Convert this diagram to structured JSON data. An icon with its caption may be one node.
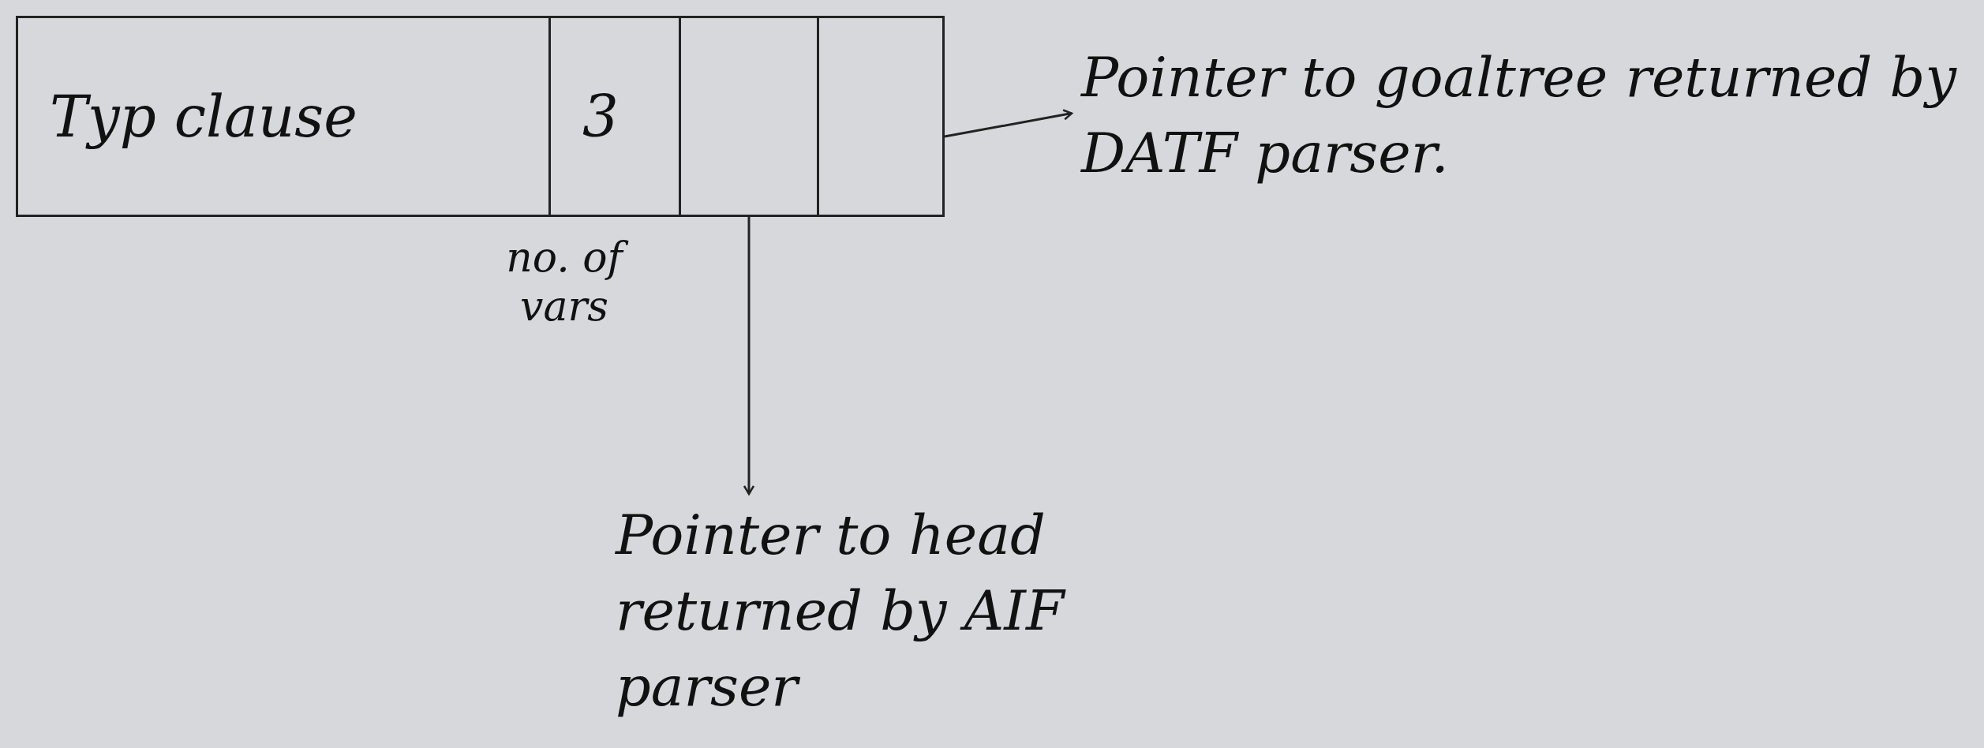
{
  "diagram": {
    "nodes": [
      {
        "text": [
          "Typ clause"
        ]
      },
      {
        "text": [
          "3"
        ],
        "beside": [
          "no. of vars"
        ]
      },
      {
        "text": [],
        "shape": "box"
      },
      {
        "text": [],
        "shape": "box"
      },
      {
        "text": [
          "Pointer to goaltree returned by DATF parser."
        ]
      },
      {
        "text": [
          "Pointer to head returned by AIF parser"
        ]
      }
    ],
    "edges": [
      {
        "from": 3,
        "to": 4,
        "arrow": "to"
      },
      {
        "from": 2,
        "to": 5,
        "arrow": "to"
      }
    ]
  }
}
